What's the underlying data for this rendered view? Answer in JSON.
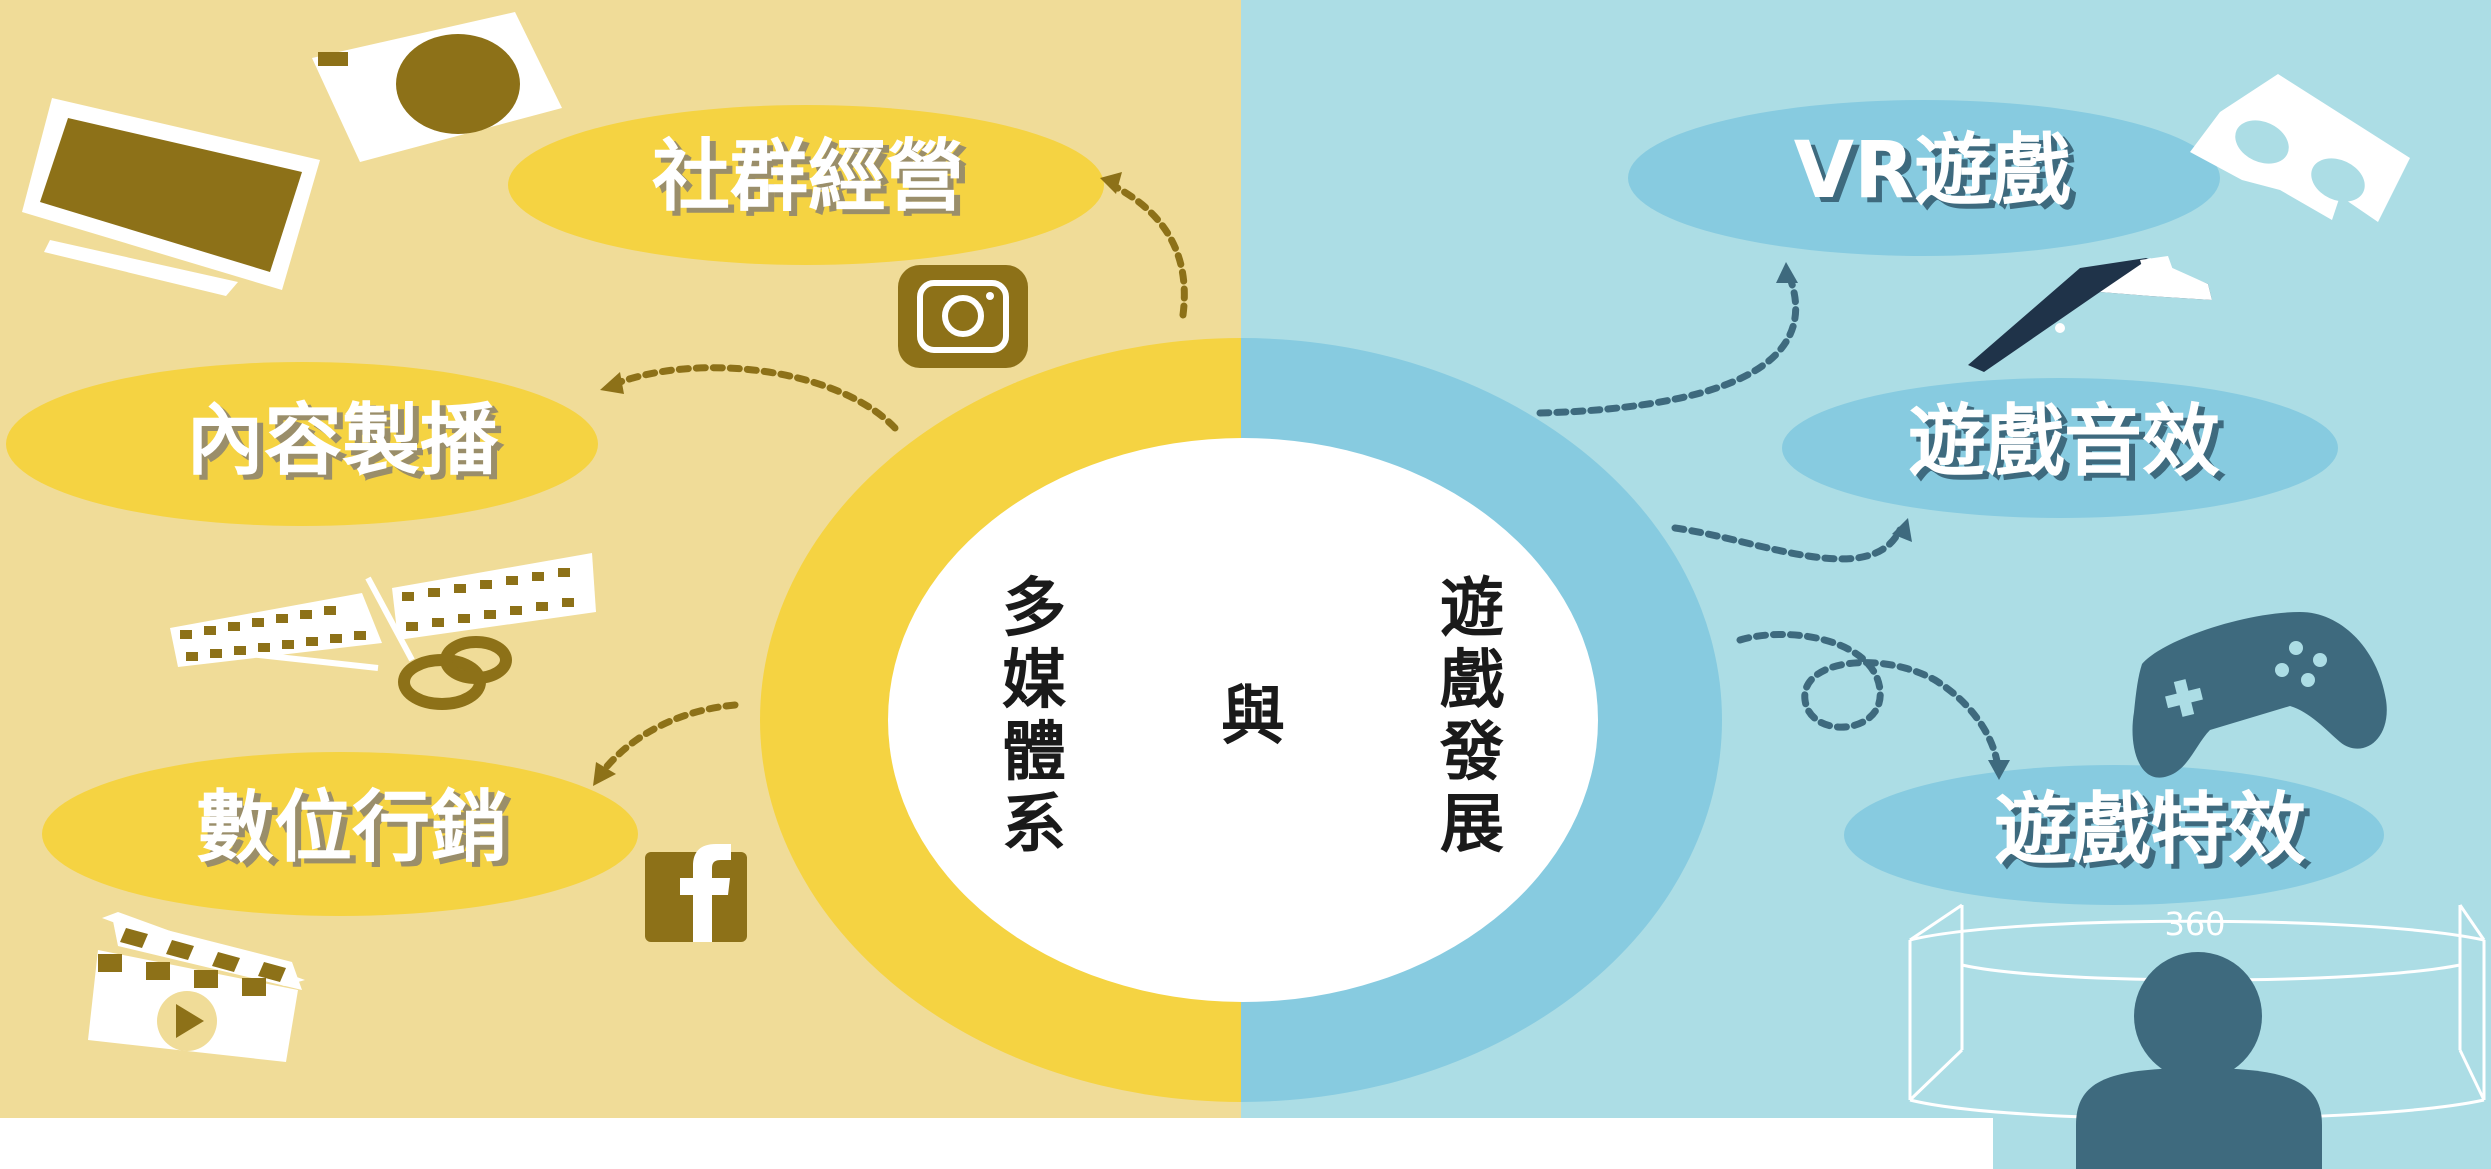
{
  "colors": {
    "left_bg": "#f0dc98",
    "right_bg": "#acdde5",
    "yellow": "#f5d342",
    "blue": "#87cbe0",
    "olive": "#8d7118",
    "slate": "#3e6a7e",
    "white": "#ffffff"
  },
  "center": {
    "left_title": "多媒體系",
    "right_title": "遊戲發展",
    "connector": "與"
  },
  "left_items": [
    {
      "label": "社群經營"
    },
    {
      "label": "內容製播"
    },
    {
      "label": "數位行銷"
    }
  ],
  "right_items": [
    {
      "label": "VR遊戲"
    },
    {
      "label": "遊戲音效"
    },
    {
      "label": "遊戲特效"
    }
  ],
  "screen_label": "360",
  "icons": [
    "monitor-icon",
    "camera-icon",
    "instagram-icon",
    "film-strip-scissors-icon",
    "clapperboard-icon",
    "facebook-icon",
    "vr-headset-icon",
    "vr-controller-icon",
    "gamepad-icon",
    "person-360-screen-icon"
  ]
}
